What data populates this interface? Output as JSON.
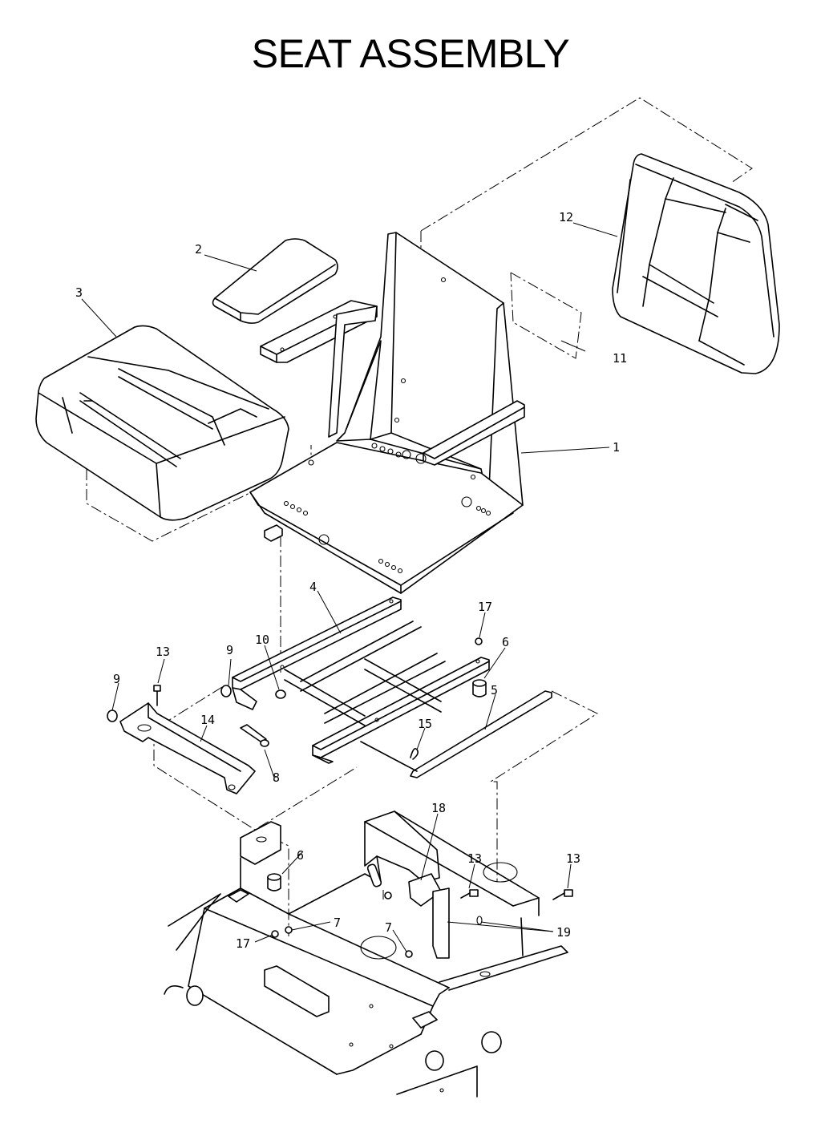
{
  "title": "SEAT ASSEMBLY",
  "callouts": [
    "1",
    "2",
    "3",
    "4",
    "5",
    "6",
    "6",
    "7",
    "7",
    "8",
    "9",
    "9",
    "10",
    "11",
    "12",
    "13",
    "13",
    "13",
    "14",
    "15",
    "17",
    "17",
    "18",
    "19"
  ]
}
